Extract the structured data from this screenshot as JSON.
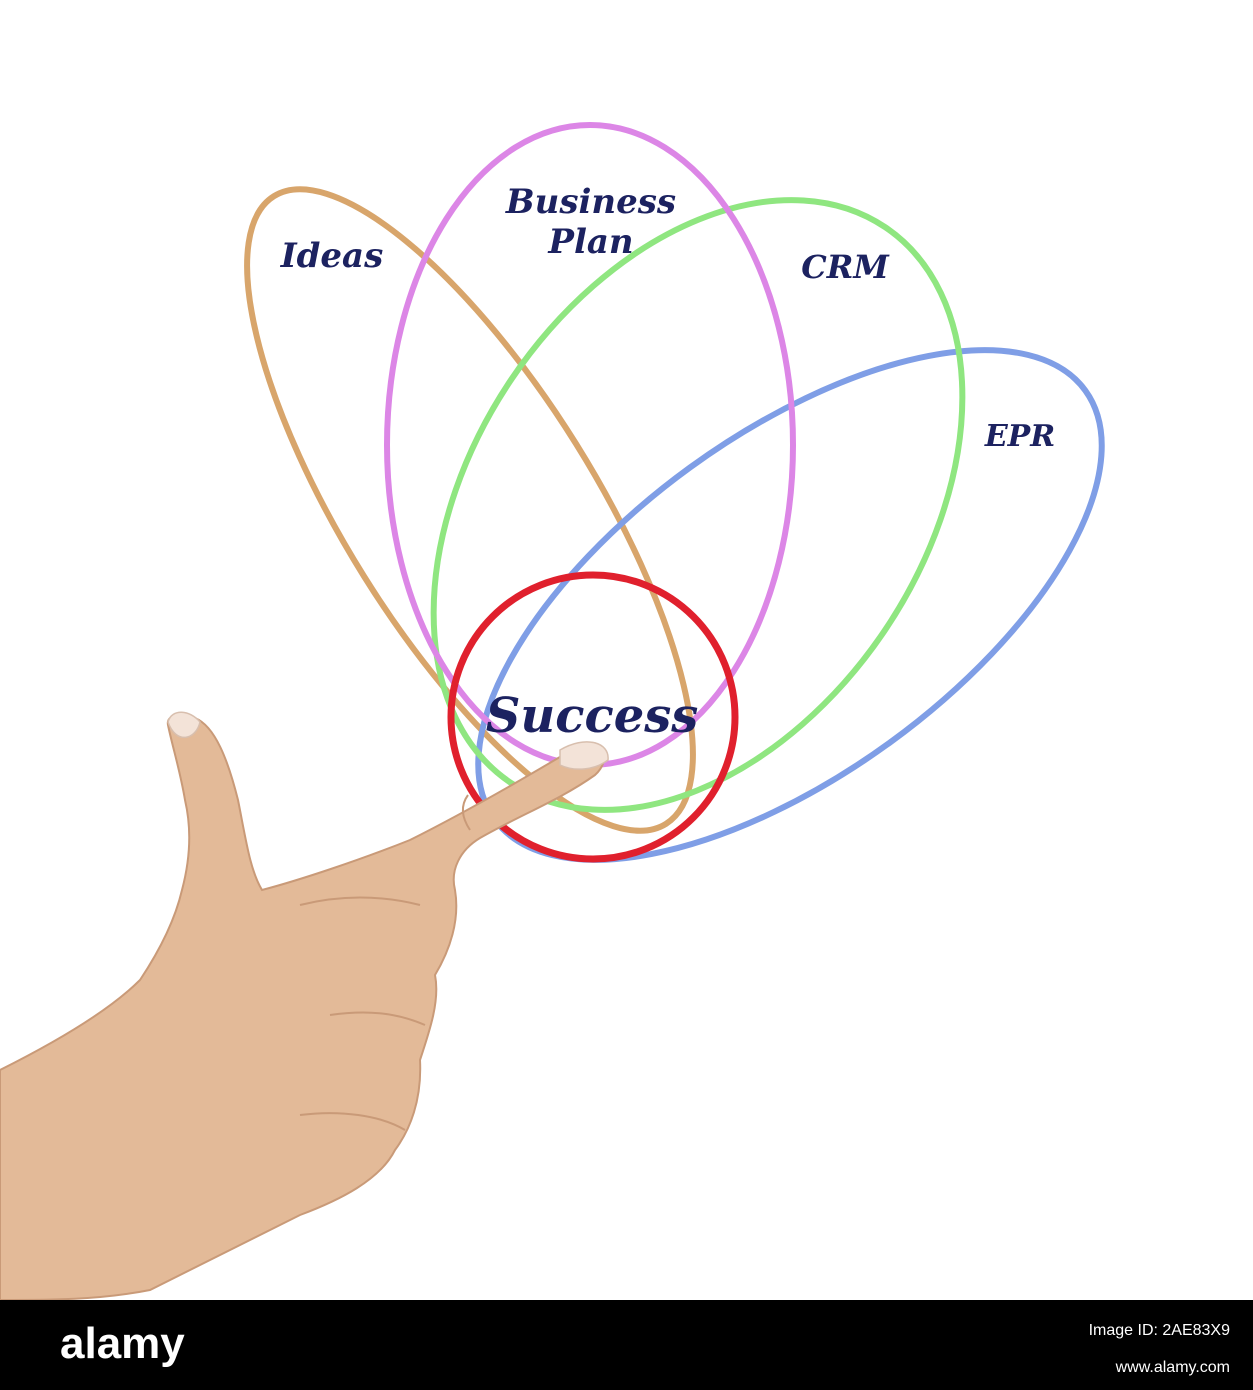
{
  "diagram": {
    "petals": [
      {
        "id": "ideas",
        "label": "Ideas",
        "color": "#d8a56b"
      },
      {
        "id": "business-plan",
        "label_lines": [
          "Business",
          "Plan"
        ],
        "color": "#dc86e6"
      },
      {
        "id": "crm",
        "label": "CRM",
        "color": "#8fe680"
      },
      {
        "id": "epr",
        "label": "EPR",
        "color": "#7f9ee6"
      }
    ],
    "center": {
      "label": "Success",
      "color": "#e0202d"
    },
    "text_color": "#1c2260"
  },
  "footer": {
    "brand": "alamy",
    "image_id": "Image ID: 2AE83X9",
    "site": "www.alamy.com",
    "background": "#000000"
  }
}
